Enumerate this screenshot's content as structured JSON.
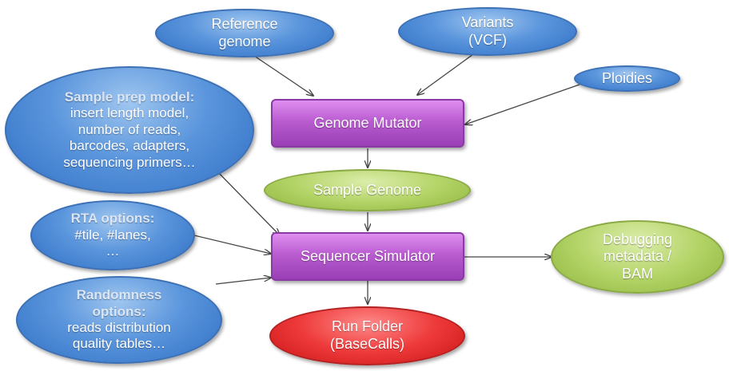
{
  "nodes": {
    "reference_genome": {
      "lines": [
        "Reference",
        "genome"
      ]
    },
    "variants": {
      "lines": [
        "Variants",
        "(VCF)"
      ]
    },
    "ploidies": {
      "lines": [
        "Ploidies"
      ]
    },
    "sample_prep": {
      "heading": "Sample prep model:",
      "lines": [
        "insert length model,",
        "number of reads,",
        "barcodes, adapters,",
        "sequencing primers…"
      ]
    },
    "genome_mutator": {
      "lines": [
        "Genome Mutator"
      ]
    },
    "sample_genome": {
      "lines": [
        "Sample Genome"
      ]
    },
    "rta_options": {
      "heading": "RTA options:",
      "lines": [
        "#tile, #lanes,",
        "…"
      ]
    },
    "sequencer_simulator": {
      "lines": [
        "Sequencer Simulator"
      ]
    },
    "debugging_metadata": {
      "lines": [
        "Debugging",
        "metadata /",
        "BAM"
      ]
    },
    "randomness_options": {
      "heading_lines": [
        "Randomness",
        "options:"
      ],
      "lines": [
        "reads distribution",
        "quality tables…"
      ]
    },
    "run_folder": {
      "lines": [
        "Run Folder",
        "(BaseCalls)"
      ]
    }
  },
  "colors": {
    "input_node": "#4f8ed8",
    "process_node": "#b956cd",
    "data_node": "#a8cc5a",
    "output_node": "#e02b2b",
    "edge": "#444444"
  }
}
